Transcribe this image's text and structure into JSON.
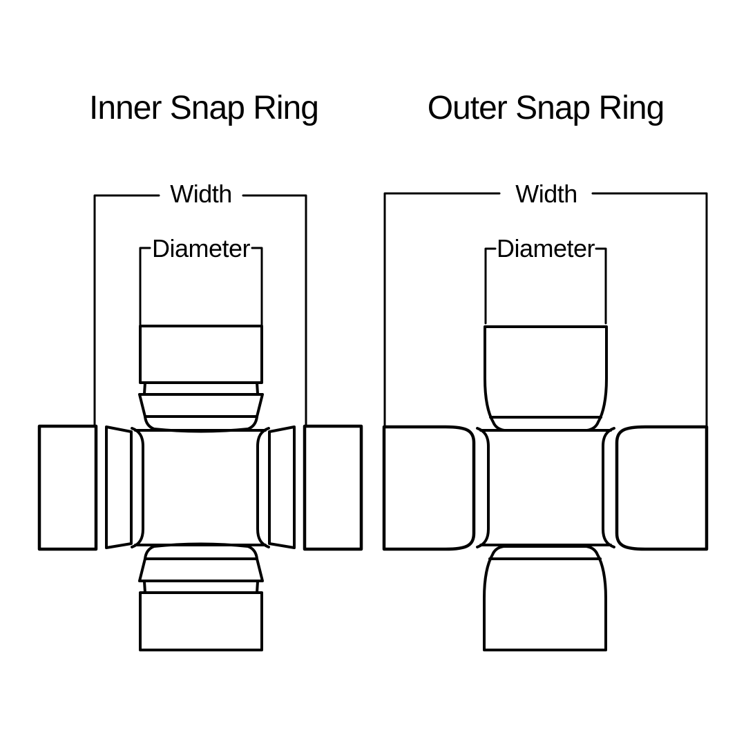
{
  "page": {
    "background": "#ffffff",
    "line_color": "#000000",
    "text_color": "#000000"
  },
  "diagrams": [
    {
      "id": "inner-snap-ring",
      "title": "Inner Snap Ring",
      "width_label": "Width",
      "diameter_label": "Diameter"
    },
    {
      "id": "outer-snap-ring",
      "title": "Outer Snap Ring",
      "width_label": "Width",
      "diameter_label": "Diameter"
    }
  ]
}
